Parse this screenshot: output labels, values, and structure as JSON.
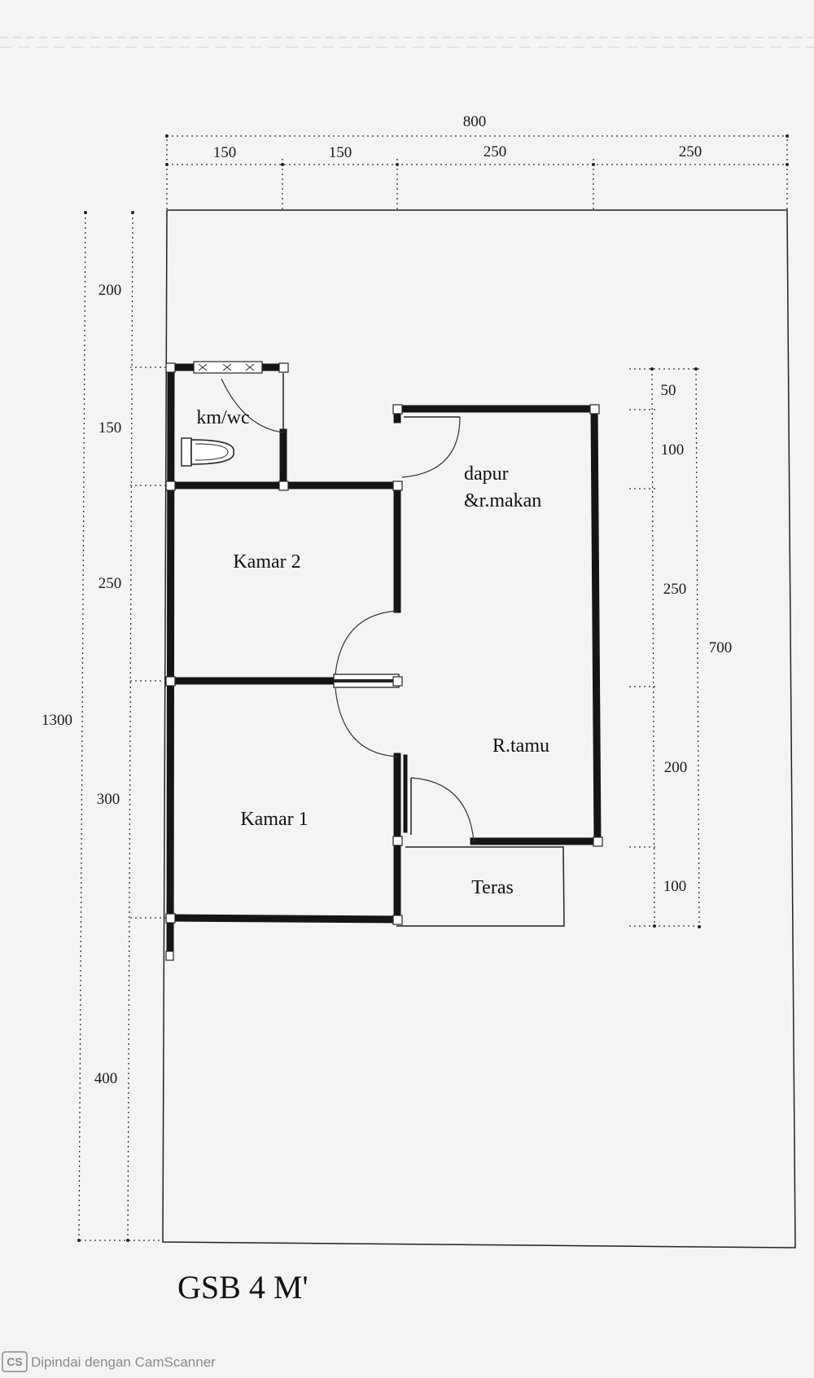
{
  "dimensions": {
    "total_width": "800",
    "top": [
      "150",
      "150",
      "250",
      "250"
    ],
    "total_height": "1300",
    "left": [
      "200",
      "150",
      "250",
      "300",
      "400"
    ],
    "right_total": "700",
    "right": [
      "50",
      "100",
      "250",
      "200",
      "100"
    ]
  },
  "rooms": {
    "kmwc": "km/wc",
    "dapur_line1": "dapur",
    "dapur_line2": "&r.makan",
    "kamar2": "Kamar 2",
    "kamar1": "Kamar 1",
    "rtamu": "R.tamu",
    "teras": "Teras"
  },
  "caption": "GSB 4 M'",
  "watermark": {
    "badge": "CS",
    "text": "Dipindai dengan CamScanner"
  }
}
